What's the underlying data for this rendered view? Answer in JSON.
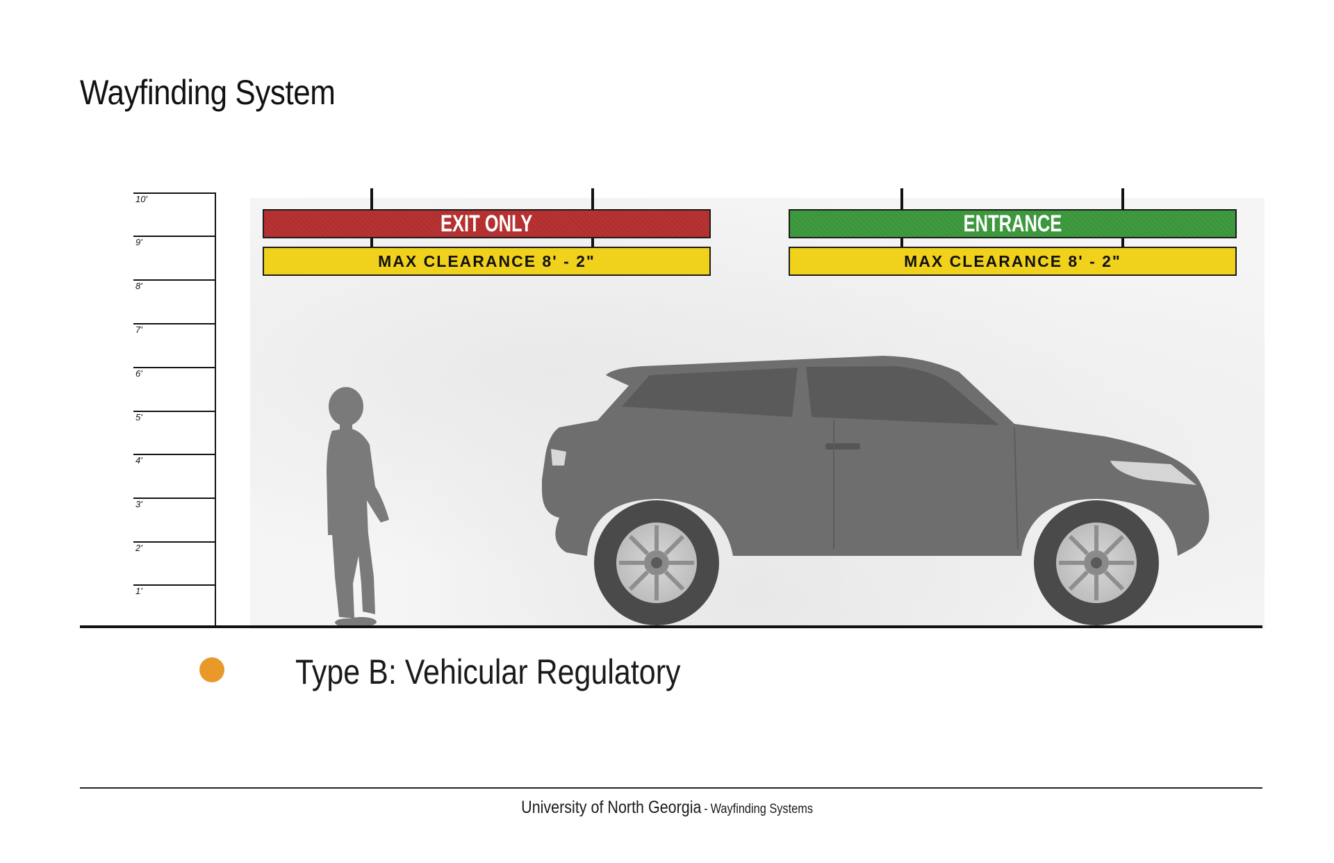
{
  "page": {
    "title": "Wayfinding System"
  },
  "ruler": {
    "labels": [
      "10'",
      "9'",
      "8'",
      "7'",
      "6'",
      "5'",
      "4'",
      "3'",
      "2'",
      "1'"
    ]
  },
  "signs": {
    "exit": {
      "label": "EXIT ONLY",
      "clearance": "MAX CLEARANCE 8' - 2\"",
      "color": "#b83232",
      "clearance_color": "#f0d21c"
    },
    "entrance": {
      "label": "ENTRANCE",
      "clearance": "MAX CLEARANCE 8' - 2\"",
      "color": "#3f9b3f",
      "clearance_color": "#f0d21c"
    }
  },
  "illustration": {
    "figures": [
      "person-silhouette",
      "suv-silhouette"
    ]
  },
  "legend": {
    "label": "Type B: Vehicular Regulatory",
    "dot_color": "#e9982a"
  },
  "footer": {
    "organization": "University of North Georgia",
    "separator": "-",
    "subtitle": "Wayfinding Systems"
  }
}
